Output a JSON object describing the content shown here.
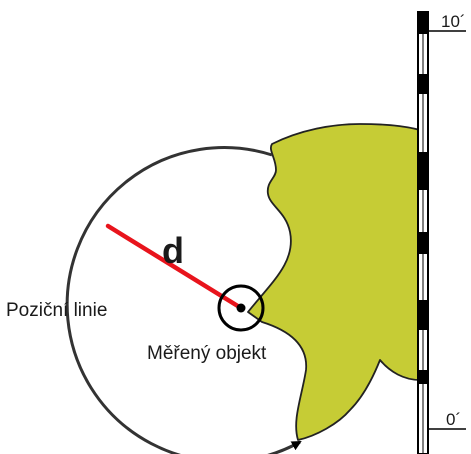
{
  "labels": {
    "distance": "d",
    "position_line": "Poziční linie",
    "measured_object": "Měřený objekt"
  },
  "scale": {
    "top_mark": "10´",
    "bottom_mark": "0´"
  },
  "colors": {
    "object_fill": "#c6cc35",
    "radius_line": "#e8141c",
    "distance_label": "#e8141c",
    "circle_stroke": "#333333",
    "scale_bar": "#000000"
  }
}
